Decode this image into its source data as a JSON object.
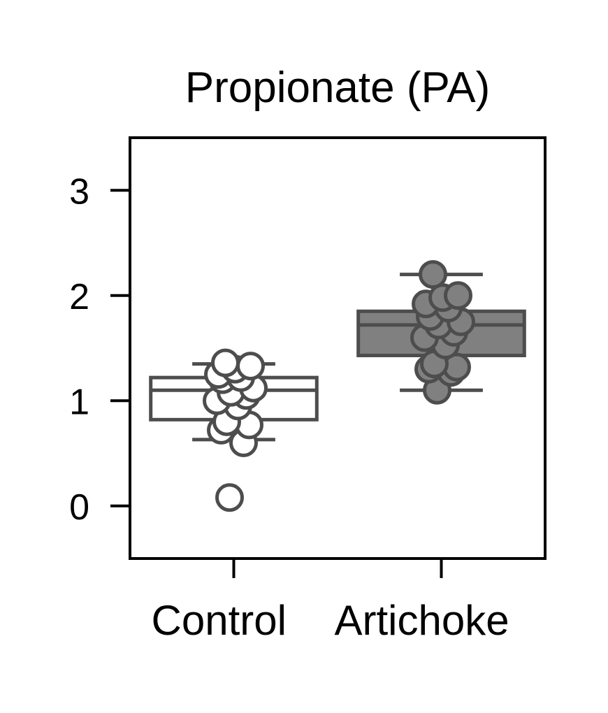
{
  "chart_data": {
    "type": "box",
    "title": "Propionate (PA)",
    "xlabel": "",
    "ylabel": "",
    "ylim": [
      -0.5,
      3.5
    ],
    "yticks": [
      0,
      1,
      2,
      3
    ],
    "grid": false,
    "categories": [
      "Control",
      "Artichoke"
    ],
    "boxes": [
      {
        "category": "Control",
        "whisker_low": 0.63,
        "q1": 0.82,
        "median": 1.1,
        "q3": 1.22,
        "whisker_high": 1.35,
        "fill": "#ffffff",
        "edge": "#4d4d4d",
        "points": [
          0.08,
          0.6,
          0.72,
          0.77,
          0.8,
          0.95,
          1.0,
          1.05,
          1.08,
          1.12,
          1.2,
          1.22,
          1.25,
          1.3,
          1.33,
          1.36
        ]
      },
      {
        "category": "Artichoke",
        "whisker_low": 1.1,
        "q1": 1.43,
        "median": 1.72,
        "q3": 1.85,
        "whisker_high": 2.2,
        "fill": "#808080",
        "edge": "#4d4d4d",
        "points": [
          1.1,
          1.27,
          1.3,
          1.32,
          1.35,
          1.53,
          1.6,
          1.65,
          1.72,
          1.75,
          1.8,
          1.88,
          1.92,
          1.98,
          2.0,
          2.2
        ]
      }
    ]
  }
}
